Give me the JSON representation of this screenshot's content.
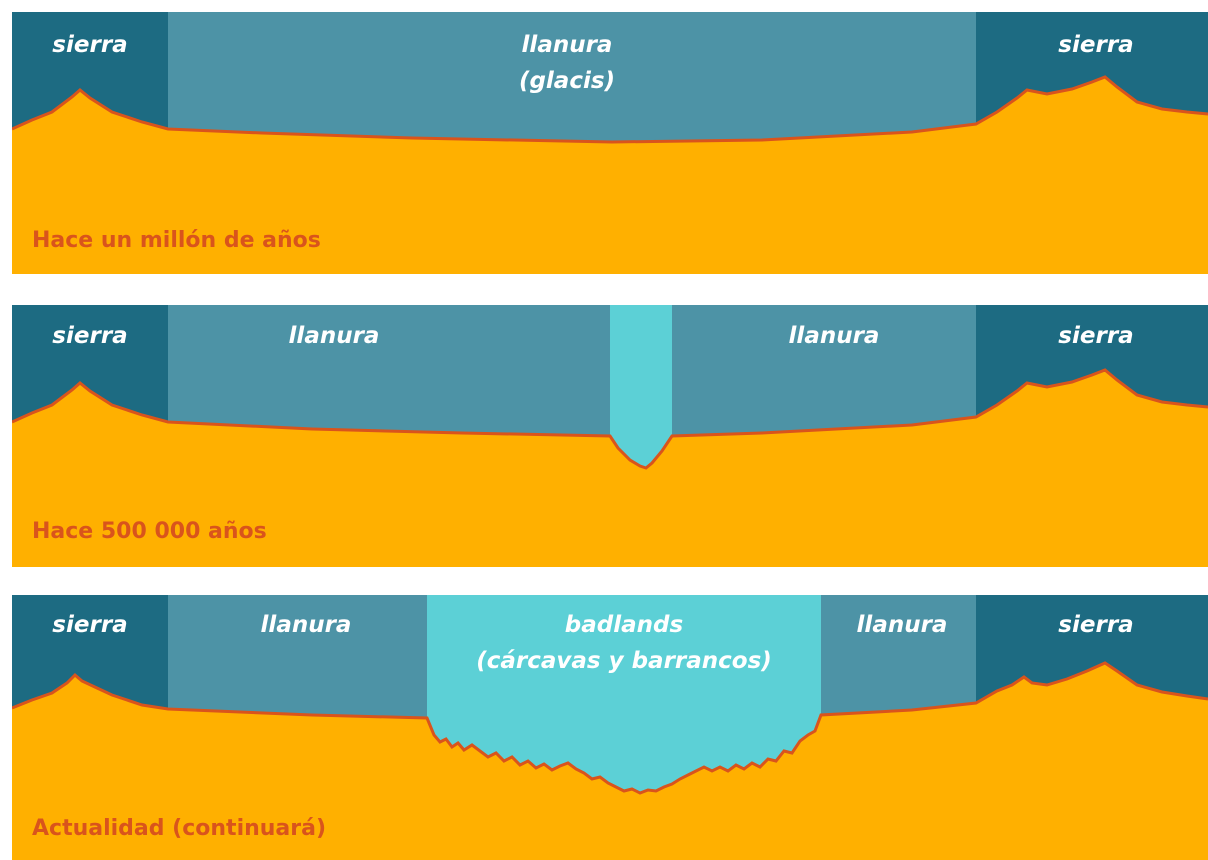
{
  "palette": {
    "sierra": "#1d6b82",
    "llanura": "#4d93a6",
    "cut": "#5cd0d6",
    "ground": "#ffb000",
    "ground_line": "#d9541c",
    "text_light": "#ffffff",
    "caption": "#d9541c"
  },
  "panels": [
    {
      "id": "stage-1",
      "caption": "Hace un millón de años",
      "labels": {
        "sierra_left": "sierra",
        "plain_line1": "llanura",
        "plain_line2": "(glacis)",
        "sierra_right": "sierra"
      }
    },
    {
      "id": "stage-2",
      "caption": "Hace 500 000 años",
      "labels": {
        "sierra_left": "sierra",
        "plain_left": "llanura",
        "plain_right": "llanura",
        "sierra_right": "sierra"
      }
    },
    {
      "id": "stage-3",
      "caption": "Actualidad (continuará)",
      "labels": {
        "sierra_left": "sierra",
        "plain_left": "llanura",
        "badlands_line1": "badlands",
        "badlands_line2": "(cárcavas y barrancos)",
        "plain_right": "llanura",
        "sierra_right": "sierra"
      }
    }
  ]
}
